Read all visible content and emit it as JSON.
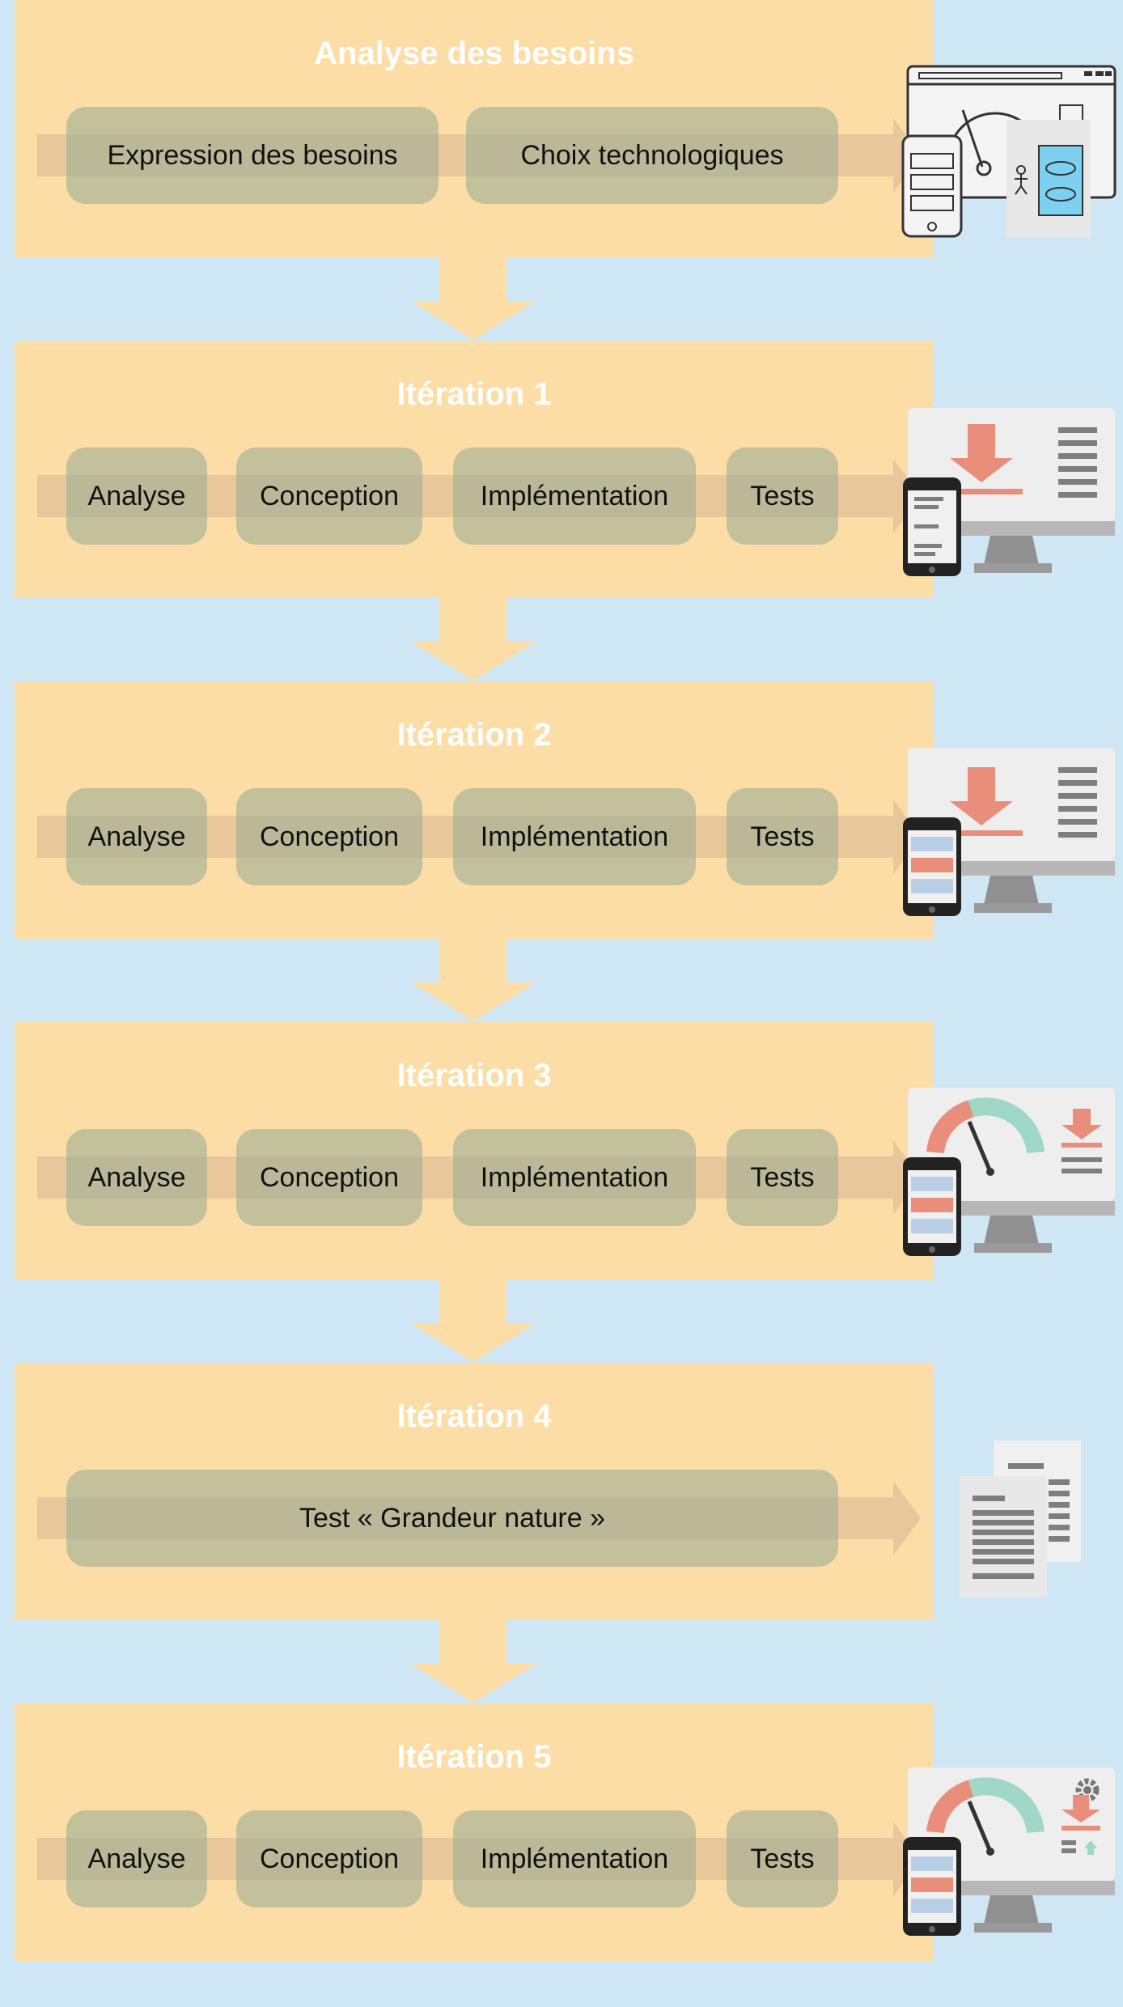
{
  "stages": [
    {
      "title": "Analyse des besoins",
      "steps": [
        "Expression des besoins",
        "Choix technologiques"
      ],
      "illustration": "browser-dashboard-mobile-usecase-icon"
    },
    {
      "title": "Itération 1",
      "steps": [
        "Analyse",
        "Conception",
        "Implémentation",
        "Tests"
      ],
      "illustration": "monitor-download-mobile-icon"
    },
    {
      "title": "Itération 2",
      "steps": [
        "Analyse",
        "Conception",
        "Implémentation",
        "Tests"
      ],
      "illustration": "monitor-download-mobile-colored-icon"
    },
    {
      "title": "Itération 3",
      "steps": [
        "Analyse",
        "Conception",
        "Implémentation",
        "Tests"
      ],
      "illustration": "monitor-gauge-mobile-icon"
    },
    {
      "title": "Itération 4",
      "steps": [
        "Test « Grandeur nature »"
      ],
      "illustration": "documents-icon"
    },
    {
      "title": "Itération 5",
      "steps": [
        "Analyse",
        "Conception",
        "Implémentation",
        "Tests"
      ],
      "illustration": "monitor-gauge-gear-mobile-icon"
    }
  ],
  "colors": {
    "background": "#cfe6f4",
    "stage": "#fddda6",
    "track": "#e8c79a",
    "step": "#b6b59e",
    "title": "#ffffff"
  }
}
